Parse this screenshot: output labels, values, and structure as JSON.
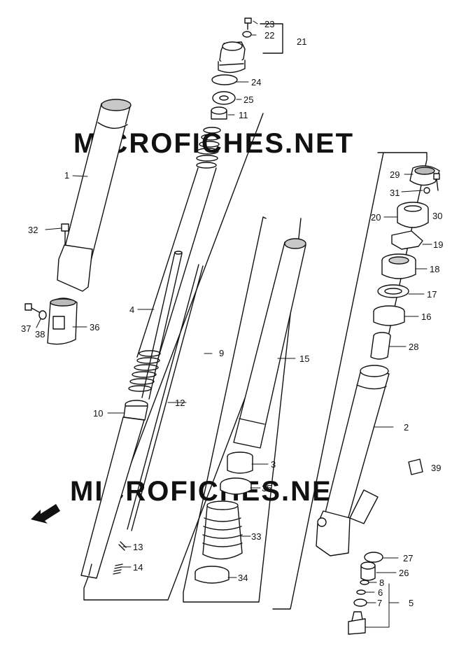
{
  "watermark_top": "MICROFICHES.NET",
  "watermark_bottom": "MICROFICHES.NET",
  "fwd_label": "FWD",
  "part_labels": {
    "p1": "1",
    "p2": "2",
    "p3": "3",
    "p4": "4",
    "p5": "5",
    "p6": "6",
    "p7": "7",
    "p8": "8",
    "p9": "9",
    "p10": "10",
    "p11": "11",
    "p12": "12",
    "p13": "13",
    "p14": "14",
    "p15": "15",
    "p16": "16",
    "p17": "17",
    "p18": "18",
    "p19": "19",
    "p20": "20",
    "p21": "21",
    "p22": "22",
    "p23": "23",
    "p24": "24",
    "p25": "25",
    "p26": "26",
    "p27": "27",
    "p28": "28",
    "p29": "29",
    "p30": "30",
    "p31": "31",
    "p32": "32",
    "p33": "33",
    "p34": "34",
    "p35": "35",
    "p36": "36",
    "p37": "37",
    "p38": "38",
    "p39": "39"
  }
}
